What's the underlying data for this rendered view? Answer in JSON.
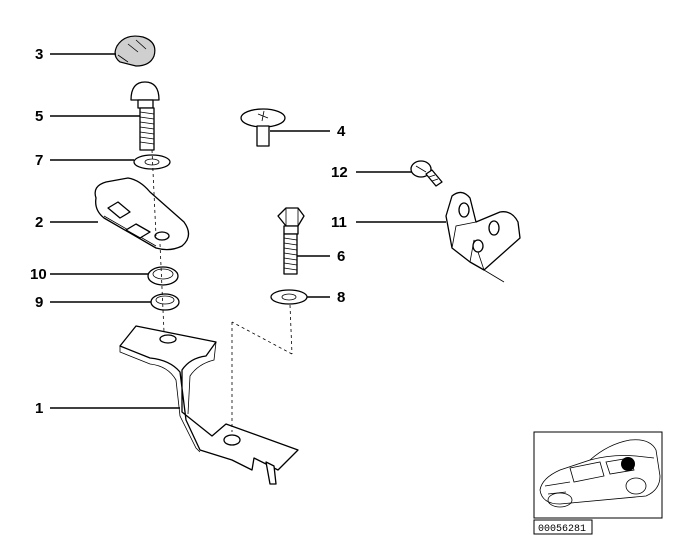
{
  "parts": [
    {
      "id": "p1",
      "num": "1"
    },
    {
      "id": "p2",
      "num": "2"
    },
    {
      "id": "p3",
      "num": "3"
    },
    {
      "id": "p4",
      "num": "4"
    },
    {
      "id": "p5",
      "num": "5"
    },
    {
      "id": "p6",
      "num": "6"
    },
    {
      "id": "p7",
      "num": "7"
    },
    {
      "id": "p8",
      "num": "8"
    },
    {
      "id": "p9",
      "num": "9"
    },
    {
      "id": "p10",
      "num": "10"
    },
    {
      "id": "p11",
      "num": "11"
    },
    {
      "id": "p12",
      "num": "12"
    }
  ],
  "reference": {
    "code": "00056281"
  }
}
